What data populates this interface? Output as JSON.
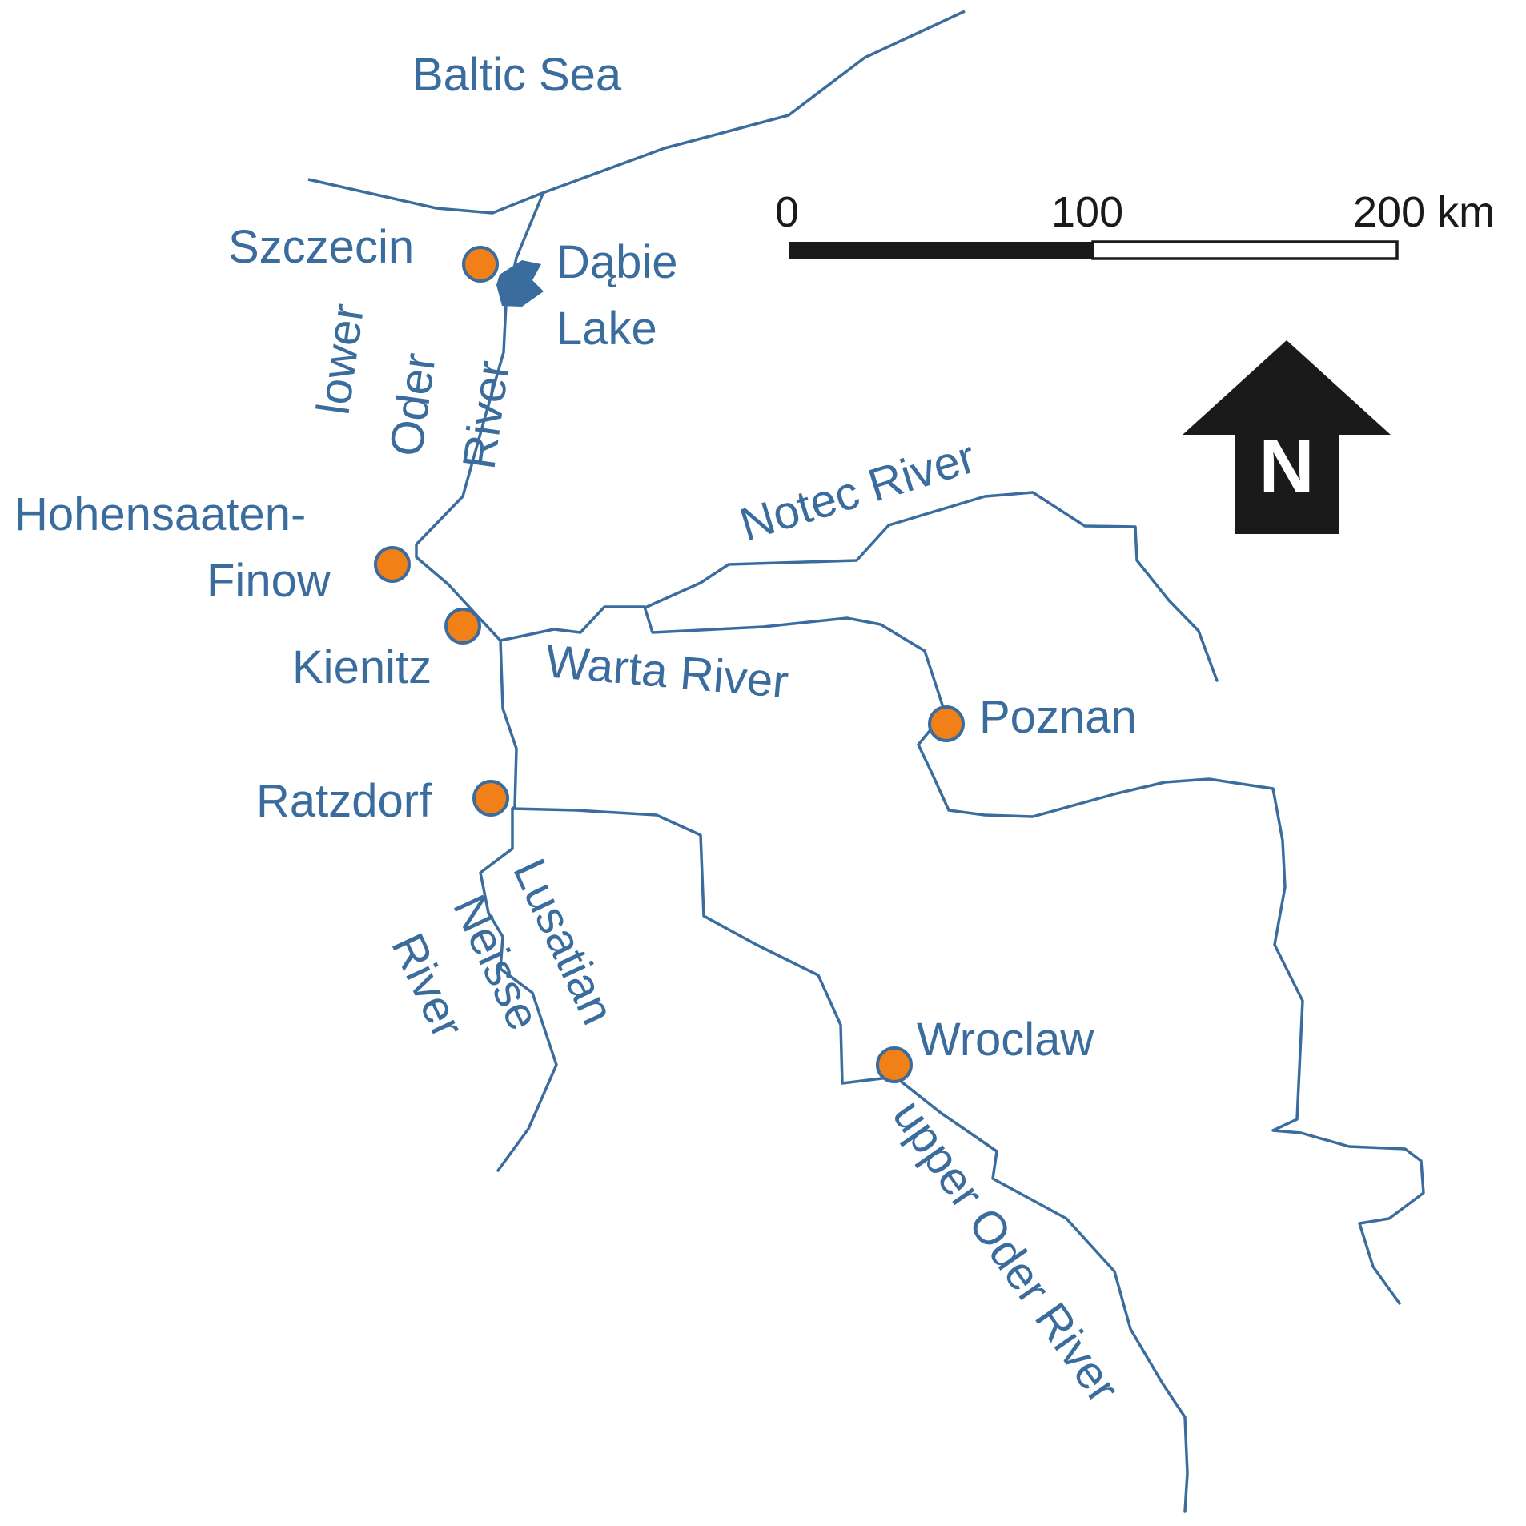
{
  "map": {
    "sea": "Baltic Sea",
    "lake": "Dąbie Lake",
    "rivers": {
      "lower_oder": [
        "lower",
        "Oder",
        "River"
      ],
      "notec": "Notec River",
      "warta": "Warta River",
      "lusatian_neisse": [
        "Lusatian",
        "Neisse",
        "River"
      ],
      "upper_oder": "upper Oder River"
    },
    "cities": {
      "szczecin": "Szczecin",
      "hohensaaten_1": "Hohensaaten-",
      "hohensaaten_2": "Finow",
      "kienitz": "Kienitz",
      "ratzdorf": "Ratzdorf",
      "poznan": "Poznan",
      "wroclaw": "Wroclaw"
    },
    "lake_lines": [
      "Dąbie",
      "Lake"
    ],
    "scale_bar": {
      "ticks": [
        "0",
        "100",
        "200 km"
      ],
      "max_km": 200
    },
    "north_arrow": "N",
    "colors": {
      "water": "#3a6d9e",
      "city_fill": "#f28019",
      "scale_black": "#1a1a1a"
    }
  }
}
